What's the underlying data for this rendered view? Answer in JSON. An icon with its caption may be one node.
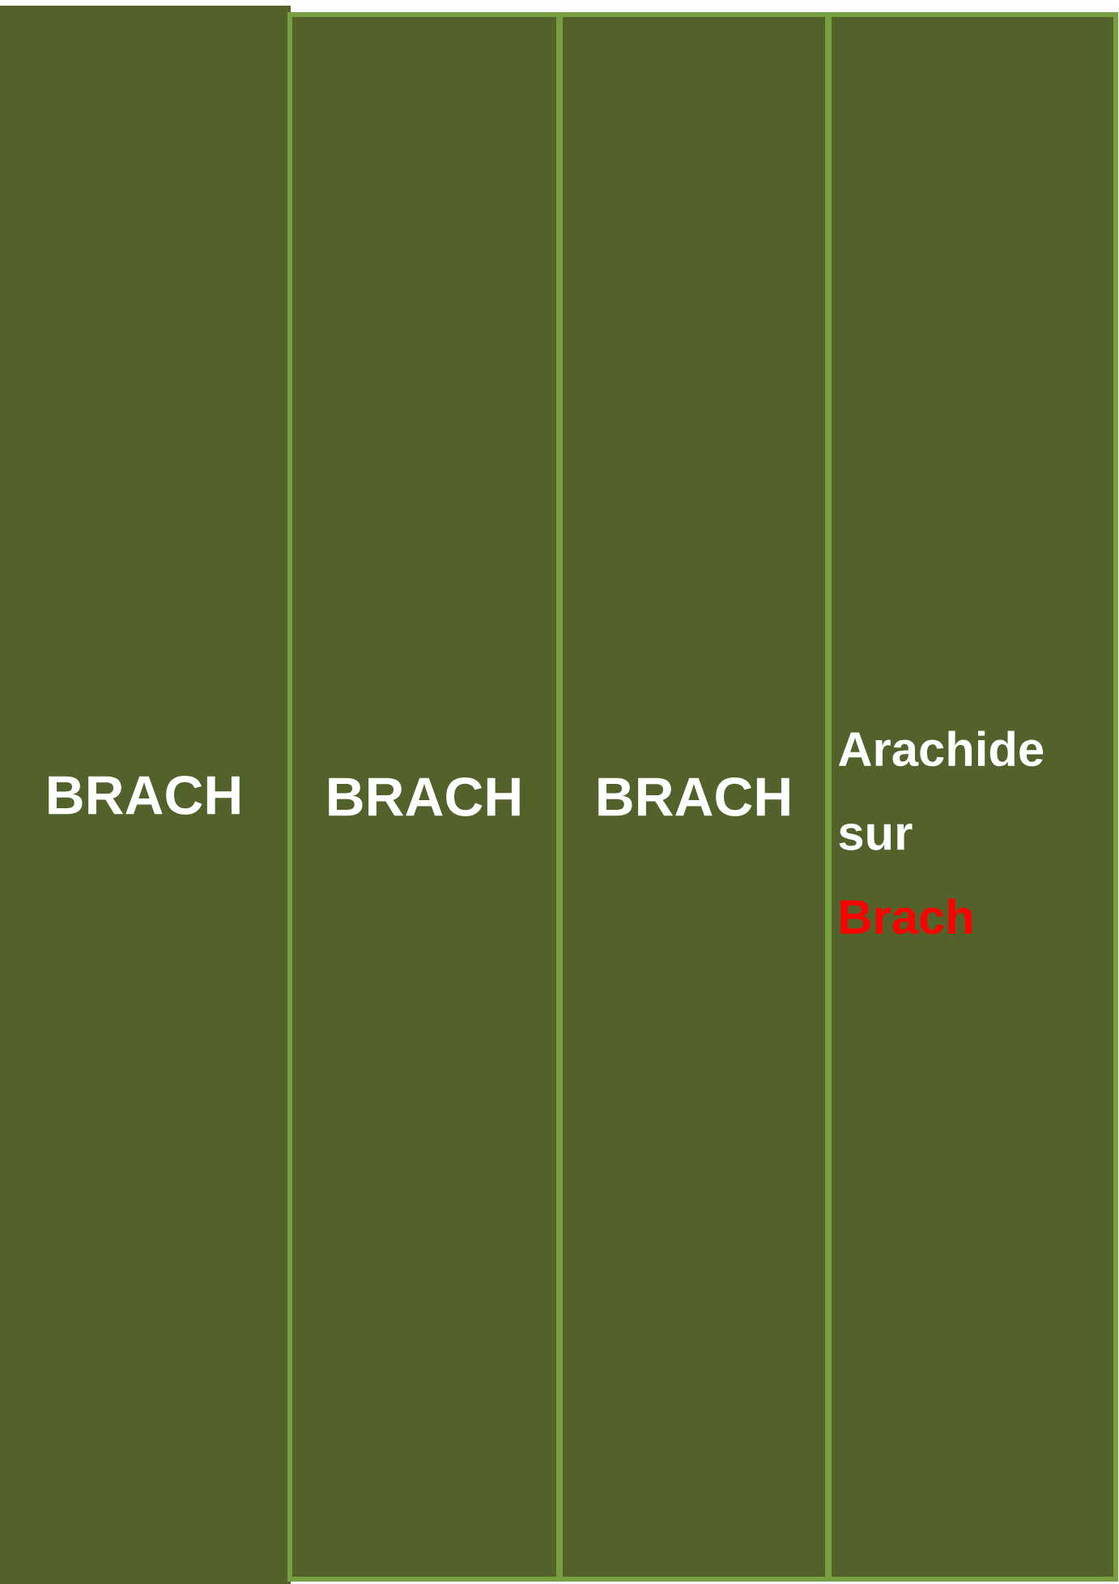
{
  "diagram": {
    "nodes": [
      {
        "text": [
          "BRACH"
        ]
      },
      {
        "text": [
          "BRACH"
        ]
      },
      {
        "text": [
          "BRACH"
        ]
      },
      {
        "text": [
          "Arachide sur",
          "Brach"
        ]
      }
    ]
  }
}
